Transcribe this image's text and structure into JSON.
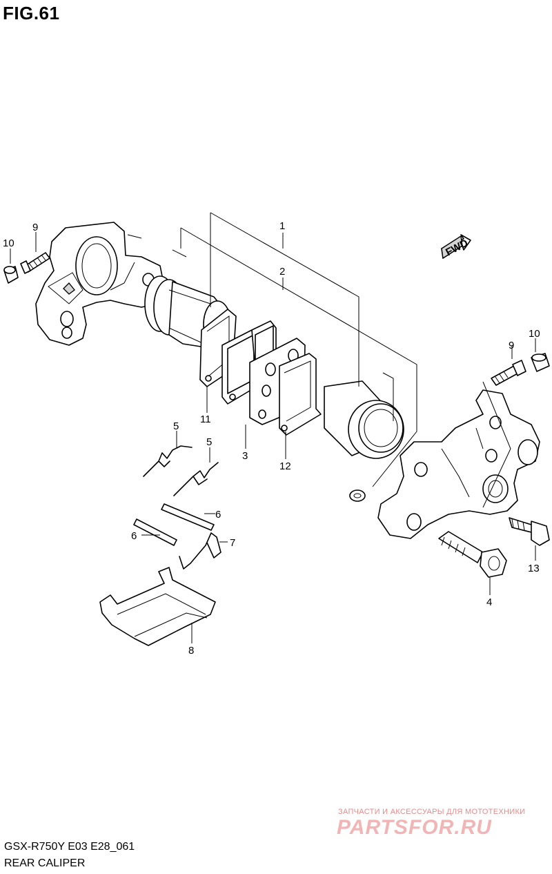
{
  "figure": {
    "title": "FIG.61"
  },
  "fwd_label": "FWD",
  "callouts": {
    "c1": "1",
    "c2": "2",
    "c3": "3",
    "c4": "4",
    "c5a": "5",
    "c5b": "5",
    "c6a": "6",
    "c6b": "6",
    "c7": "7",
    "c8": "8",
    "c9a": "9",
    "c9b": "9",
    "c10a": "10",
    "c10b": "10",
    "c11": "11",
    "c12": "12",
    "c13": "13"
  },
  "footer": {
    "code": "GSX-R750Y E03 E28_061",
    "name": "REAR CALIPER"
  },
  "watermark": {
    "line1": "ЗАПЧАСТИ И АКСЕССУАРЫ ДЛЯ МОТОТЕХНИКИ",
    "line2": "PARTSFOR.RU"
  }
}
